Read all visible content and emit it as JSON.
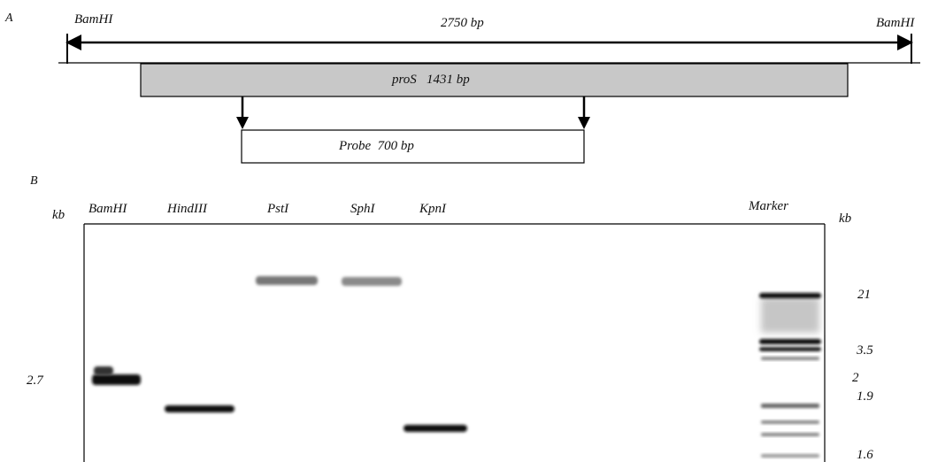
{
  "panel_a": {
    "label": "A",
    "left_site": "BamHI",
    "right_site": "BamHI",
    "fragment_length": "2750 bp",
    "gene_label": "proS   1431 bp",
    "probe_label": "Probe  700 bp"
  },
  "panel_b": {
    "label": "B",
    "left_unit": "kb",
    "right_unit": "kb",
    "lanes": [
      "BamHI",
      "HindIII",
      "PstI",
      "SphI",
      "KpnI",
      "Marker"
    ],
    "left_size_labels": [
      "2.7"
    ],
    "right_size_labels": [
      "21",
      "3.5",
      "2",
      "1.9",
      "1.6"
    ]
  },
  "colors": {
    "gene_fill": "#c8c8c8",
    "band_dark": "#111111",
    "band_faint": "#8a8a8a"
  }
}
